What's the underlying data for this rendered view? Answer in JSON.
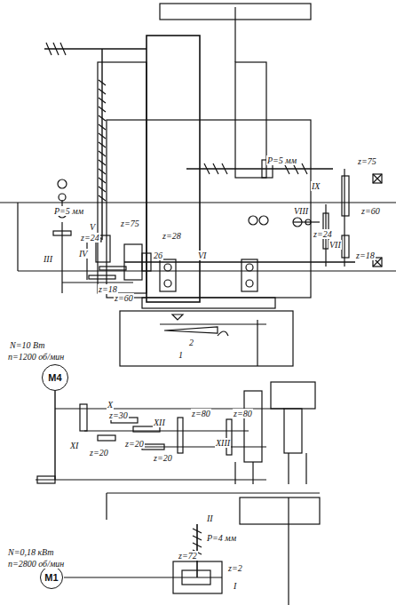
{
  "diagram": {
    "nodes": [
      {
        "text": [
          "M4"
        ]
      },
      {
        "text": [
          "M1"
        ]
      }
    ],
    "labels": [
      "P=5 мм",
      "z=75",
      "IX",
      "VIII",
      "z=60",
      "z=24",
      "VII",
      "z=18",
      "P=5 мм",
      "V",
      "z=75",
      "z=24",
      "IV",
      "III",
      "z=28",
      "VI",
      "26",
      "z=18",
      "z=60",
      "1",
      "2",
      "N=10 Вт",
      "n=1200 об/мин",
      "X",
      "z=30",
      "XII",
      "z=80",
      "XIII",
      "z=20",
      "z=80",
      "XI",
      "z=20",
      "z=20",
      "II",
      "P=4 мм",
      "N=0,18 кВт",
      "n=2800 об/мин",
      "z=72",
      "z=2",
      "I"
    ]
  }
}
